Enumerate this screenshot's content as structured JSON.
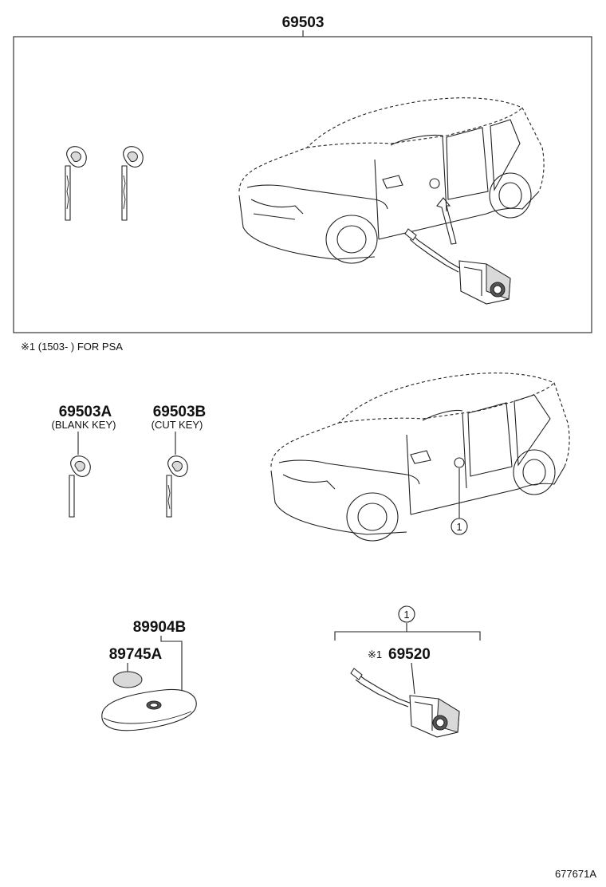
{
  "labels": {
    "assembly_part": "69503",
    "note": "※1 (1503-      ) FOR PSA",
    "blank_key_part": "69503A",
    "blank_key_desc": "(BLANK KEY)",
    "cut_key_part": "69503B",
    "cut_key_desc": "(CUT KEY)",
    "transmitter_part": "89904B",
    "battery_part": "89745A",
    "callout_number": "1",
    "callout_number_group": "1",
    "cylinder_mark": "※1",
    "cylinder_part": "69520",
    "diagram_code": "677671A"
  }
}
